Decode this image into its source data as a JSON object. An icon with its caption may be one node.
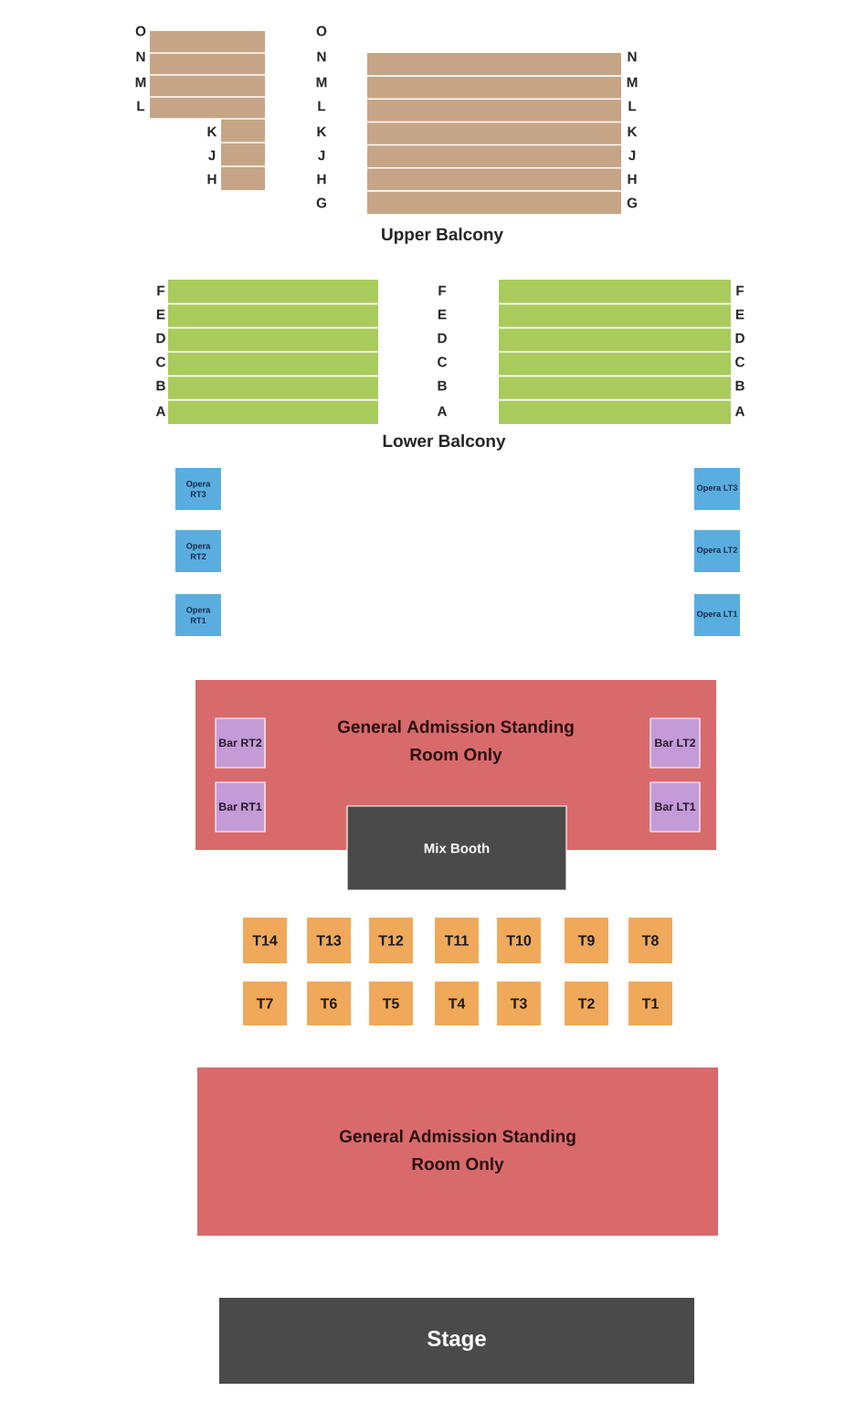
{
  "diagram": {
    "nodes": [
      {
        "text": [],
        "shape": "box"
      },
      {
        "text": [],
        "shape": "box"
      },
      {
        "text": [],
        "shape": "box"
      },
      {
        "text": [],
        "shape": "box"
      },
      {
        "text": [
          "Opera RT3"
        ]
      },
      {
        "text": [
          "Opera LT3"
        ]
      },
      {
        "text": [
          "Opera RT2"
        ]
      },
      {
        "text": [
          "Opera LT2"
        ]
      },
      {
        "text": [
          "Opera RT1"
        ]
      },
      {
        "text": [
          "Opera LT1"
        ]
      },
      {
        "text": [
          "General Admission Standing Room Only"
        ]
      },
      {
        "text": [
          "Bar RT2"
        ],
        "in": 10
      },
      {
        "text": [
          "Bar LT2"
        ],
        "in": 10
      },
      {
        "text": [
          "Bar RT1"
        ],
        "in": 10
      },
      {
        "text": [
          "Bar LT1"
        ],
        "in": 10
      },
      {
        "text": [
          "Mix Booth"
        ]
      },
      {
        "text": [
          "T14"
        ]
      },
      {
        "text": [
          "T13"
        ]
      },
      {
        "text": [
          "T12"
        ]
      },
      {
        "text": [
          "T11"
        ]
      },
      {
        "text": [
          "T10"
        ]
      },
      {
        "text": [
          "T9"
        ]
      },
      {
        "text": [
          "T8"
        ]
      },
      {
        "text": [
          "T7"
        ]
      },
      {
        "text": [
          "T6"
        ]
      },
      {
        "text": [
          "T5"
        ]
      },
      {
        "text": [
          "T4"
        ]
      },
      {
        "text": [
          "T3"
        ]
      },
      {
        "text": [
          "T2"
        ]
      },
      {
        "text": [
          "T1"
        ]
      },
      {
        "text": [
          "General Admission Standing Room Only"
        ]
      },
      {
        "text": [
          "Stage"
        ]
      }
    ],
    "labels": [
      "O",
      "O",
      "N",
      "N",
      "N",
      "M",
      "M",
      "M",
      "L",
      "L",
      "L",
      "K",
      "K",
      "K",
      "J",
      "J",
      "J",
      "H",
      "H",
      "H",
      "G",
      "G",
      "Upper Balcony",
      "F",
      "F",
      "F",
      "E",
      "E",
      "E",
      "D",
      "D",
      "D",
      "C",
      "C",
      "C",
      "B",
      "B",
      "B",
      "A",
      "A",
      "A",
      "Lower Balcony"
    ]
  }
}
